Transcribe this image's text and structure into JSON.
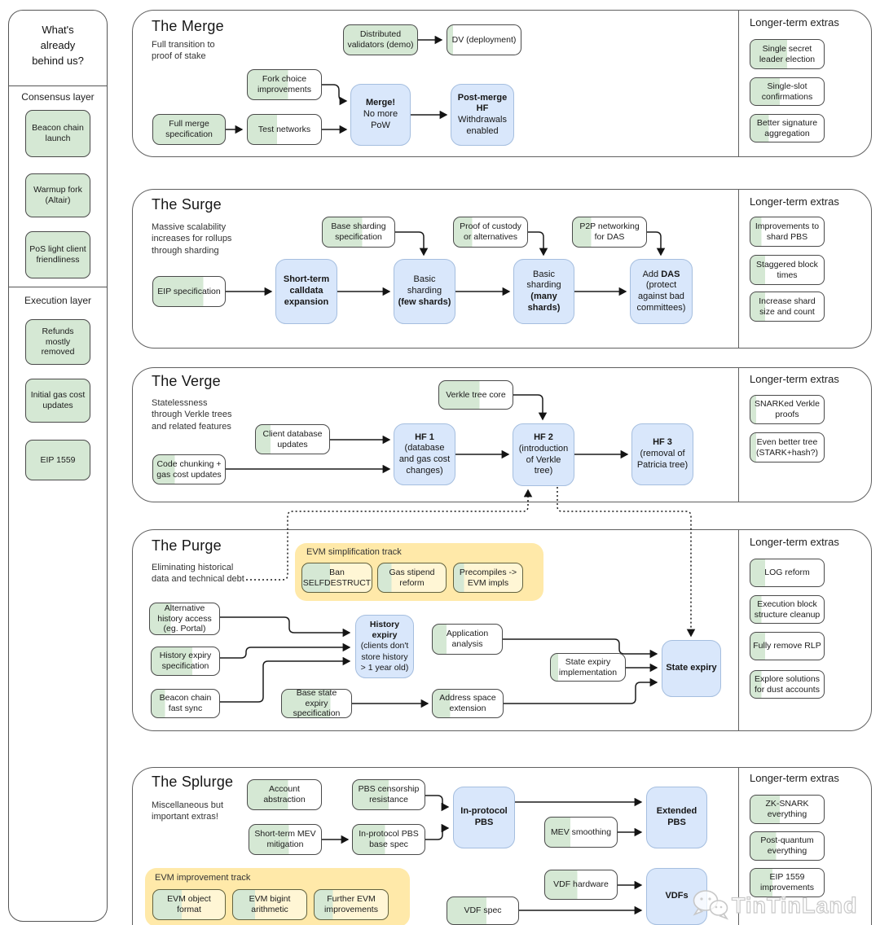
{
  "palette": {
    "green": "#d5e8d4",
    "blue": "#d9e7fb",
    "yellow_track": "#ffe9a9",
    "yellow_box": "#fff6d5",
    "white": "#ffffff"
  },
  "watermark": {
    "text": "TinTinLand",
    "icon": "chat-bubbles-icon"
  },
  "sidebar": {
    "title": "What's\nalready\nbehind us?",
    "groups": {
      "consensus": {
        "label": "Consensus layer",
        "items": {
          "beacon": {
            "label": "Beacon chain launch",
            "progress": 100
          },
          "warmup": {
            "label": "Warmup fork (Altair)",
            "progress": 100
          },
          "pos_light": {
            "label": "PoS light client friendliness",
            "progress": 100
          }
        }
      },
      "execution": {
        "label": "Execution layer",
        "items": {
          "refunds": {
            "label": "Refunds mostly removed",
            "progress": 100
          },
          "gas_cost": {
            "label": "Initial gas cost updates",
            "progress": 100
          },
          "eip1559": {
            "label": "EIP 1559",
            "progress": 100
          }
        }
      }
    }
  },
  "sections": {
    "merge": {
      "title": "The Merge",
      "subtitle": "Full transition to\nproof of stake",
      "extras_title": "Longer-term extras",
      "nodes": {
        "dv_demo": {
          "label": "Distributed validators (demo)",
          "progress": 100
        },
        "dv_deploy": {
          "label": "DV (deployment)",
          "progress": 8
        },
        "fork_choice": {
          "label": "Fork choice improvements",
          "progress": 55
        },
        "full_merge_spec": {
          "label": "Full merge specification",
          "progress": 100
        },
        "test_networks": {
          "label": "Test networks",
          "progress": 40
        },
        "merge_milestone": {
          "pre": "",
          "b": "Merge!",
          "sub": "No more PoW"
        },
        "post_merge_hf": {
          "pre": "",
          "b": "Post-merge HF",
          "sub": "Withdrawals enabled"
        }
      },
      "extras": {
        "ssle": {
          "label": "Single secret leader election",
          "progress": 50
        },
        "ssc": {
          "label": "Single-slot confirmations",
          "progress": 40
        },
        "bsa": {
          "label": "Better signature aggregation",
          "progress": 25
        }
      }
    },
    "surge": {
      "title": "The Surge",
      "subtitle": "Massive scalability\nincreases for rollups\nthrough sharding",
      "extras_title": "Longer-term extras",
      "nodes": {
        "eip_spec": {
          "label": "EIP specification",
          "progress": 70
        },
        "base_sharding_spec": {
          "label": "Base sharding specification",
          "progress": 55
        },
        "proof_custody": {
          "label": "Proof of custody or alternatives",
          "progress": 25
        },
        "p2p_das": {
          "label": "P2P networking for DAS",
          "progress": 25
        },
        "calldata": {
          "pre": "",
          "b": "Short-term calldata expansion",
          "sub": ""
        },
        "basic_few": {
          "pre": "Basic sharding ",
          "b": "(few shards)",
          "sub": ""
        },
        "basic_many": {
          "pre": "Basic sharding ",
          "b": "(many shards)",
          "sub": ""
        },
        "add_das": {
          "pre": "Add ",
          "b": "DAS",
          "sub": "(protect against bad committees)"
        }
      },
      "extras": {
        "shard_pbs": {
          "label": "Improvements to shard PBS",
          "progress": 15
        },
        "staggered": {
          "label": "Staggered block times",
          "progress": 20
        },
        "shard_size": {
          "label": "Increase shard size and count",
          "progress": 20
        }
      }
    },
    "verge": {
      "title": "The Verge",
      "subtitle": "Statelessness\nthrough Verkle trees\nand related features",
      "extras_title": "Longer-term extras",
      "nodes": {
        "verkle_core": {
          "label": "Verkle tree core",
          "progress": 55
        },
        "client_db": {
          "label": "Client database updates",
          "progress": 20
        },
        "code_chunking": {
          "label": "Code chunking + gas cost updates",
          "progress": 30
        },
        "hf1": {
          "pre": "",
          "b": "HF 1",
          "sub": "(database and gas cost changes)"
        },
        "hf2": {
          "pre": "",
          "b": "HF 2",
          "sub": "(introduction of Verkle tree)"
        },
        "hf3": {
          "pre": "",
          "b": "HF 3",
          "sub": "(removal of Patricia tree)"
        }
      },
      "extras": {
        "snarked": {
          "label": "SNARKed Verkle proofs",
          "progress": 8
        },
        "better_tree": {
          "label": "Even better tree (STARK+hash?)",
          "progress": 8
        }
      }
    },
    "purge": {
      "title": "The Purge",
      "subtitle": "Eliminating historical\ndata and technical debt",
      "extras_title": "Longer-term extras",
      "track_label": "EVM simplification track",
      "nodes": {
        "ban_selfdestruct": {
          "label": "Ban SELFDESTRUCT",
          "progress": 40
        },
        "gas_stipend": {
          "label": "Gas stipend reform",
          "progress": 20
        },
        "precompiles": {
          "label": "Precompiles -> EVM impls",
          "progress": 15
        },
        "alt_history": {
          "label": "Alternative history access (eg. Portal)",
          "progress": 30
        },
        "history_expiry_spec": {
          "label": "History expiry specification",
          "progress": 60
        },
        "beacon_fast_sync": {
          "label": "Beacon chain fast sync",
          "progress": 20
        },
        "base_state_expiry": {
          "label": "Base state expiry specification",
          "progress": 70
        },
        "app_analysis": {
          "label": "Application analysis",
          "progress": 20
        },
        "state_expiry_impl": {
          "label": "State expiry implementation",
          "progress": 10
        },
        "addr_space": {
          "label": "Address space extension",
          "progress": 25
        },
        "history_expiry": {
          "pre": "",
          "b": "History expiry",
          "sub": "(clients don't store history > 1 year old)"
        },
        "state_expiry": {
          "pre": "",
          "b": "State expiry",
          "sub": ""
        }
      },
      "extras": {
        "log_reform": {
          "label": "LOG reform",
          "progress": 20
        },
        "exec_block": {
          "label": "Execution block structure cleanup",
          "progress": 15
        },
        "remove_rlp": {
          "label": "Fully remove RLP",
          "progress": 20
        },
        "dust": {
          "label": "Explore solutions for dust accounts",
          "progress": 15
        }
      }
    },
    "splurge": {
      "title": "The Splurge",
      "subtitle": "Miscellaneous but\nimportant extras!",
      "extras_title": "Longer-term extras",
      "track_label": "EVM improvement track",
      "nodes": {
        "account_abstraction": {
          "label": "Account abstraction",
          "progress": 55
        },
        "pbs_censorship": {
          "label": "PBS censorship resistance",
          "progress": 50
        },
        "mev_mitigation": {
          "label": "Short-term MEV mitigation",
          "progress": 55
        },
        "pbs_base_spec": {
          "label": "In-protocol PBS base spec",
          "progress": 45
        },
        "mev_smoothing": {
          "label": "MEV smoothing",
          "progress": 35
        },
        "vdf_hardware": {
          "label": "VDF hardware",
          "progress": 45
        },
        "vdf_spec": {
          "label": "VDF spec",
          "progress": 55
        },
        "evm_object": {
          "label": "EVM object format",
          "progress": 40
        },
        "evm_bigint": {
          "label": "EVM bigint arithmetic",
          "progress": 30
        },
        "further_evm": {
          "label": "Further EVM improvements",
          "progress": 25
        },
        "in_protocol_pbs": {
          "pre": "",
          "b": "In-protocol PBS",
          "sub": ""
        },
        "extended_pbs": {
          "pre": "",
          "b": "Extended PBS",
          "sub": ""
        },
        "vdfs": {
          "pre": "",
          "b": "VDFs",
          "sub": ""
        }
      },
      "extras": {
        "zk_snark": {
          "label": "ZK-SNARK everything",
          "progress": 40
        },
        "post_quantum": {
          "label": "Post-quantum everything",
          "progress": 35
        },
        "eip1559_improvements": {
          "label": "EIP 1559 improvements",
          "progress": 30
        }
      }
    }
  }
}
